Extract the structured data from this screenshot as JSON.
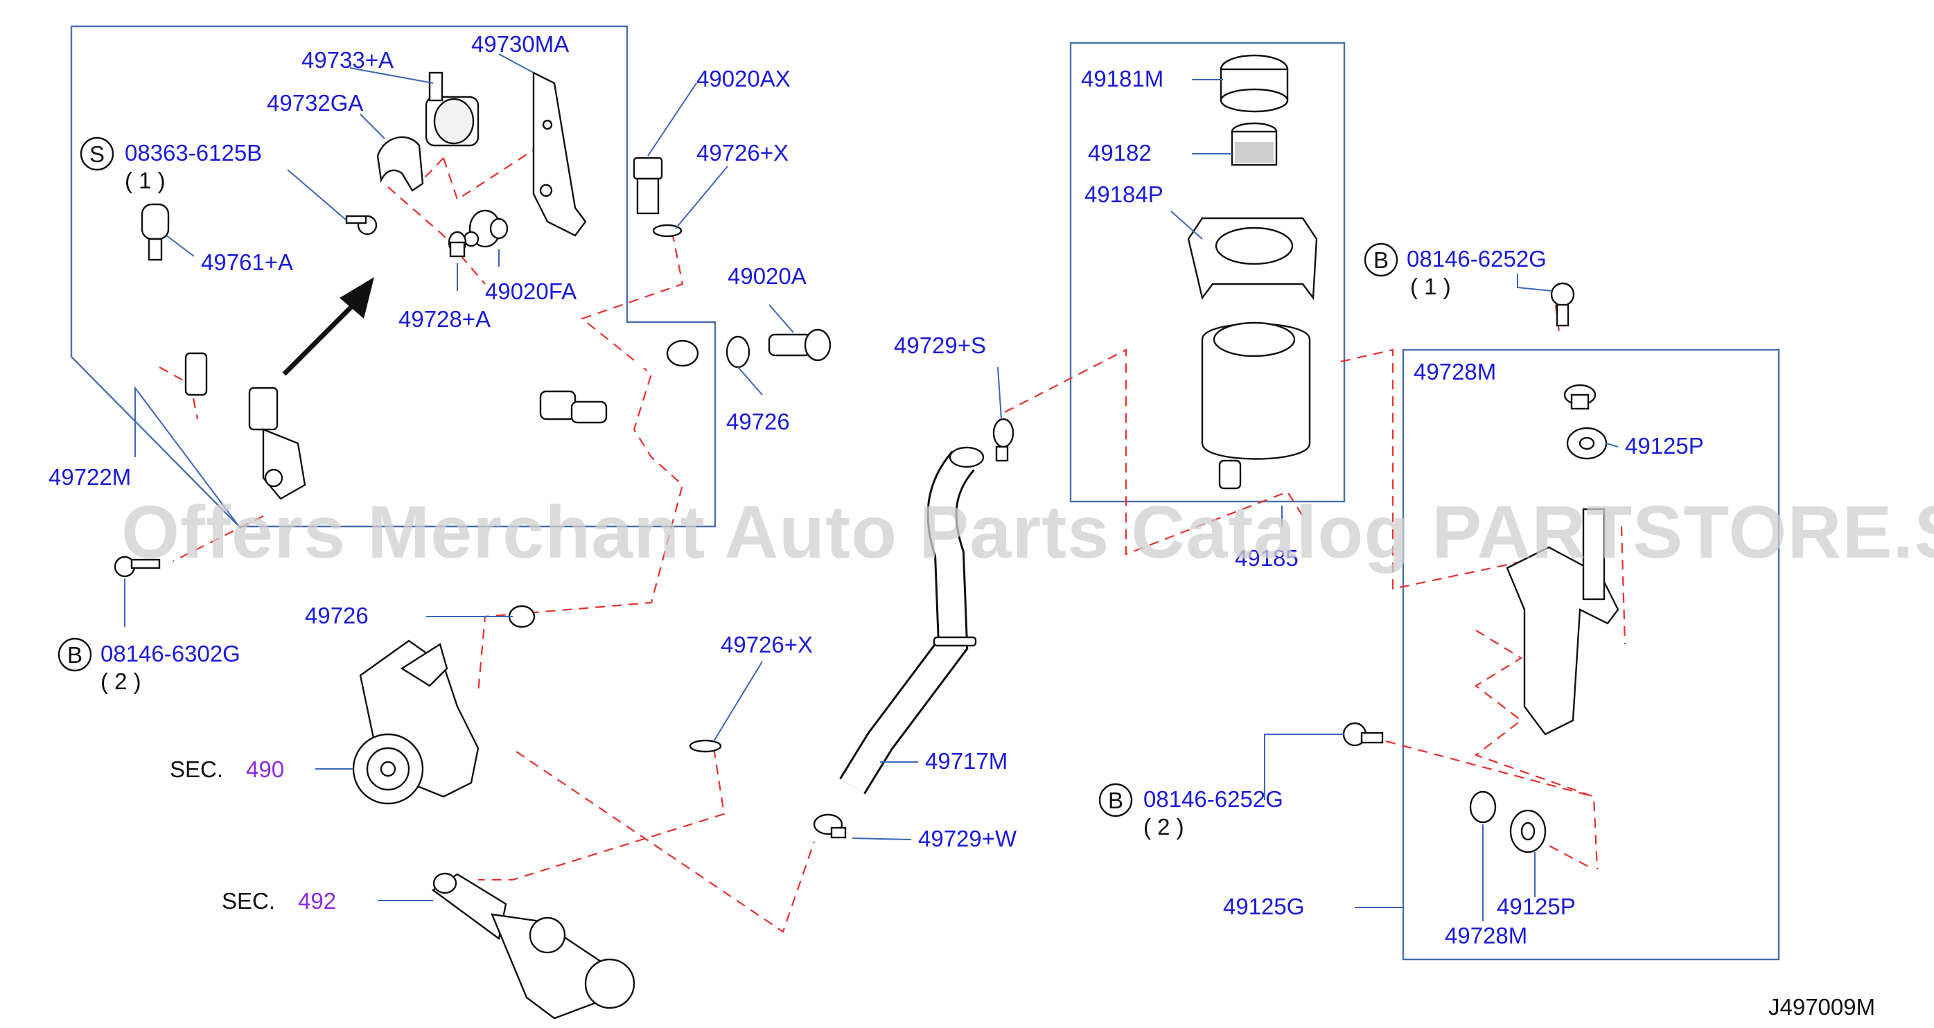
{
  "watermark": "Offers Merchant Auto Parts Catalog PARTSTORE.SA",
  "diagram_code": "J497009M",
  "labels": {
    "p49733A": "49733+A",
    "p49730MA": "49730MA",
    "p49732GA": "49732GA",
    "p08363": "08363-6125B",
    "q1a": "( 1 )",
    "p49761A": "49761+A",
    "p49728A": "49728+A",
    "p49020FA": "49020FA",
    "p49020AX": "49020AX",
    "p49726X1": "49726+X",
    "p49020A": "49020A",
    "p49726a": "49726",
    "p49722M": "49722M",
    "p08146a": "08146-6302G",
    "q2a": "( 2 )",
    "p49726b": "49726",
    "p49726X2": "49726+X",
    "sec1": "SEC.",
    "sec1num": "490",
    "sec2": "SEC.",
    "sec2num": "492",
    "p49729S": "49729+S",
    "p49717M": "49717M",
    "p49729W": "49729+W",
    "p49181M": "49181M",
    "p49182": "49182",
    "p49184P": "49184P",
    "p49185": "49185",
    "p08146b": "08146-6252G",
    "q1b": "( 1 )",
    "p49728Ma": "49728M",
    "p49125Pa": "49125P",
    "p08146c": "08146-6252G",
    "q2b": "( 2 )",
    "p49125G": "49125G",
    "p49125Pb": "49125P",
    "p49728Mb": "49728M"
  },
  "badges": {
    "s": "S",
    "b1": "B",
    "b2": "B",
    "b3": "B"
  },
  "colors": {
    "part_number": "#1a1adc",
    "section_ref": "#8a2be2",
    "dashed_guide": "#e8302c",
    "frame": "#4a6fb0"
  }
}
